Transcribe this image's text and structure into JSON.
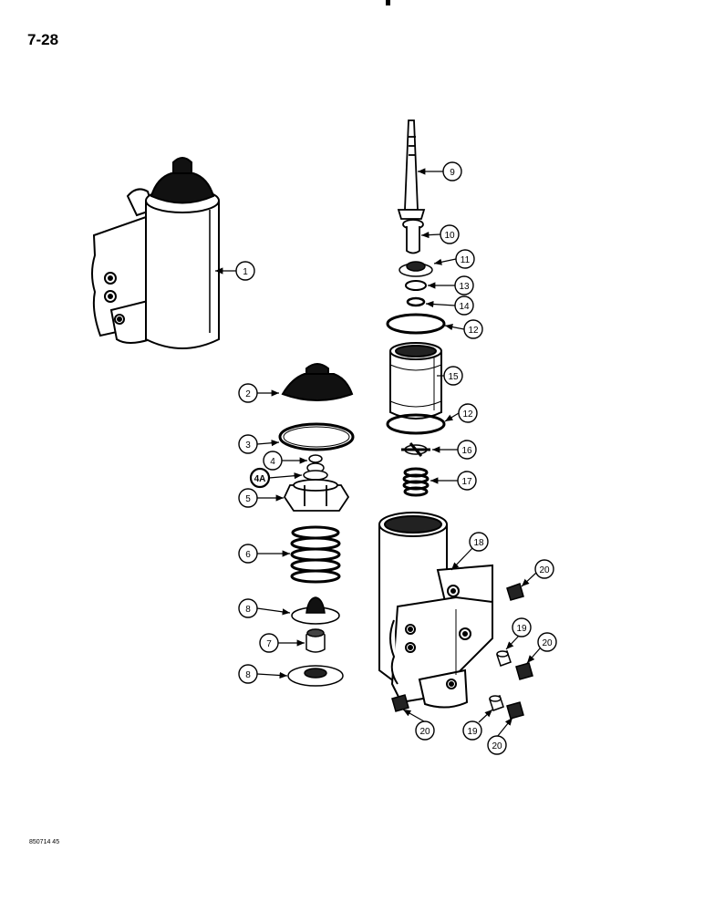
{
  "page": {
    "page_number": "7-28",
    "doc_code": "850714 45"
  },
  "callouts": {
    "c1": "1",
    "c2": "2",
    "c3": "3",
    "c4": "4",
    "c4a": "4A",
    "c5": "5",
    "c6": "6",
    "c8a": "8",
    "c7": "7",
    "c8b": "8",
    "c9": "9",
    "c10": "10",
    "c11": "11",
    "c13": "13",
    "c14": "14",
    "c12a": "12",
    "c15": "15",
    "c12b": "12",
    "c16": "16",
    "c17": "17",
    "c18": "18",
    "c20a": "20",
    "c19a": "19",
    "c20b": "20",
    "c20c": "20",
    "c19b": "19",
    "c20d": "20"
  }
}
